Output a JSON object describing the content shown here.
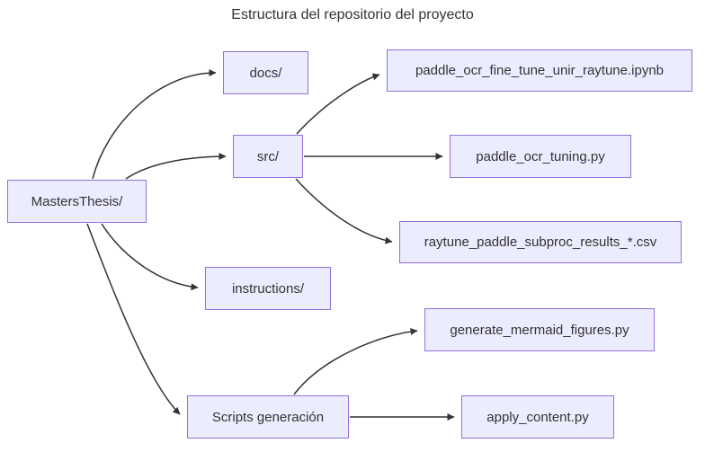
{
  "diagram": {
    "title": "Estructura del repositorio del proyecto",
    "type": "flowchart-left-to-right",
    "colors": {
      "node_fill": "#ECECFF",
      "node_border": "#9370DB",
      "edge": "#333333",
      "text": "#333333",
      "background": "#ffffff"
    },
    "nodes": [
      {
        "id": "masters",
        "label": "MastersThesis/"
      },
      {
        "id": "docs",
        "label": "docs/"
      },
      {
        "id": "src",
        "label": "src/"
      },
      {
        "id": "ipynb",
        "label": "paddle_ocr_fine_tune_unir_raytune.ipynb"
      },
      {
        "id": "tuning",
        "label": "paddle_ocr_tuning.py"
      },
      {
        "id": "csv",
        "label": "raytune_paddle_subproc_results_*.csv"
      },
      {
        "id": "instructions",
        "label": "instructions/"
      },
      {
        "id": "generate",
        "label": "generate_mermaid_figures.py"
      },
      {
        "id": "scripts",
        "label": "Scripts generación"
      },
      {
        "id": "apply",
        "label": "apply_content.py"
      }
    ],
    "edges": [
      {
        "from": "MastersThesis/",
        "to": "docs/"
      },
      {
        "from": "MastersThesis/",
        "to": "src/"
      },
      {
        "from": "MastersThesis/",
        "to": "instructions/"
      },
      {
        "from": "MastersThesis/",
        "to": "Scripts generación"
      },
      {
        "from": "src/",
        "to": "paddle_ocr_fine_tune_unir_raytune.ipynb"
      },
      {
        "from": "src/",
        "to": "paddle_ocr_tuning.py"
      },
      {
        "from": "src/",
        "to": "raytune_paddle_subproc_results_*.csv"
      },
      {
        "from": "Scripts generación",
        "to": "generate_mermaid_figures.py"
      },
      {
        "from": "Scripts generación",
        "to": "apply_content.py"
      }
    ]
  }
}
